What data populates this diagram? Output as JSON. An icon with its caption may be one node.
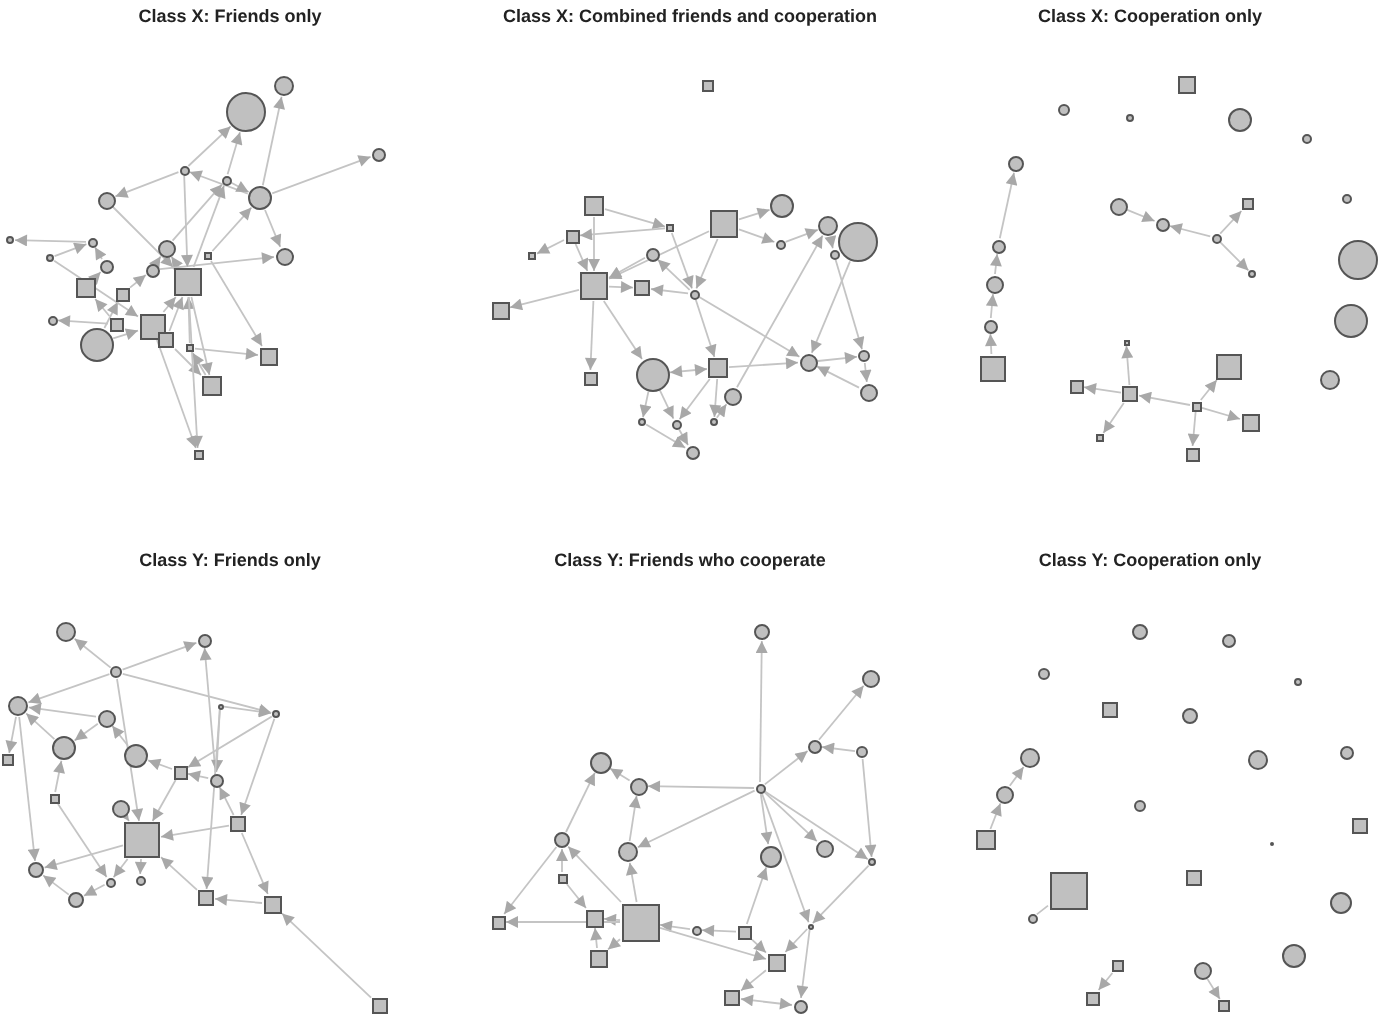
{
  "diagram": {
    "nodes": [
      {
        "text": [],
        "shape": "circle"
      },
      {
        "text": [],
        "shape": "circle"
      },
      {
        "text": [],
        "shape": "circle"
      },
      {
        "text": [],
        "shape": "circle"
      },
      {
        "text": [],
        "shape": "circle"
      },
      {
        "text": [],
        "shape": "circle"
      },
      {
        "text": [],
        "shape": "circle"
      },
      {
        "text": [],
        "shape": "circle"
      },
      {
        "text": [],
        "shape": "circle"
      },
      {
        "text": [],
        "shape": "circle"
      },
      {
        "text": [],
        "shape": "circle"
      },
      {
        "text": [],
        "shape": "box"
      },
      {
        "text": [],
        "shape": "circle"
      },
      {
        "text": [],
        "shape": "circle"
      },
      {
        "text": [],
        "shape": "circle"
      },
      {
        "text": [],
        "shape": "box"
      },
      {
        "text": [],
        "shape": "box"
      },
      {
        "text": [],
        "shape": "box"
      },
      {
        "text": [],
        "shape": "circle"
      },
      {
        "text": [],
        "shape": "box"
      },
      {
        "text": [],
        "shape": "box"
      },
      {
        "text": [],
        "shape": "circle"
      },
      {
        "text": [],
        "shape": "box"
      },
      {
        "text": [],
        "shape": "box"
      },
      {
        "text": [],
        "shape": "box"
      },
      {
        "text": [],
        "shape": "box"
      },
      {
        "text": [],
        "shape": "box"
      },
      {
        "text": [],
        "shape": "box"
      },
      {
        "text": [],
        "shape": "box"
      },
      {
        "text": [],
        "shape": "box"
      },
      {
        "text": [],
        "shape": "box"
      },
      {
        "text": [],
        "shape": "circle"
      },
      {
        "text": [],
        "shape": "circle"
      },
      {
        "text": [],
        "shape": "circle"
      },
      {
        "text": [],
        "shape": "box"
      },
      {
        "text": [],
        "shape": "box"
      },
      {
        "text": [],
        "shape": "circle"
      },
      {
        "text": [],
        "shape": "circle"
      },
      {
        "text": [],
        "shape": "circle"
      },
      {
        "text": [],
        "shape": "box"
      },
      {
        "text": [],
        "shape": "box"
      },
      {
        "text": [],
        "shape": "circle"
      },
      {
        "text": [],
        "shape": "box"
      },
      {
        "text": [],
        "shape": "circle"
      },
      {
        "text": [],
        "shape": "circle"
      },
      {
        "text": [],
        "shape": "box"
      },
      {
        "text": [],
        "shape": "circle"
      },
      {
        "text": [],
        "shape": "box"
      },
      {
        "text": [],
        "shape": "circle"
      },
      {
        "text": [],
        "shape": "circle"
      },
      {
        "text": [],
        "shape": "circle"
      },
      {
        "text": [],
        "shape": "circle"
      },
      {
        "text": [],
        "shape": "circle"
      },
      {
        "text": [],
        "shape": "circle"
      },
      {
        "text": [],
        "shape": "box"
      },
      {
        "text": [],
        "shape": "circle"
      },
      {
        "text": [],
        "shape": "circle"
      },
      {
        "text": [],
        "shape": "circle"
      },
      {
        "text": [],
        "shape": "circle"
      },
      {
        "text": [],
        "shape": "circle"
      },
      {
        "text": [],
        "shape": "circle"
      },
      {
        "text": [],
        "shape": "box"
      },
      {
        "text": [],
        "shape": "circle"
      },
      {
        "text": [],
        "shape": "circle"
      },
      {
        "text": [],
        "shape": "circle"
      },
      {
        "text": [],
        "shape": "circle"
      },
      {
        "text": [],
        "shape": "circle"
      },
      {
        "text": [],
        "shape": "circle"
      },
      {
        "text": [],
        "shape": "circle"
      },
      {
        "text": [],
        "shape": "circle"
      },
      {
        "text": [],
        "shape": "circle"
      },
      {
        "text": [],
        "shape": "box"
      },
      {
        "text": [],
        "shape": "box"
      },
      {
        "text": [],
        "shape": "box"
      },
      {
        "text": [],
        "shape": "circle"
      },
      {
        "text": [],
        "shape": "box"
      },
      {
        "text": [],
        "shape": "box"
      },
      {
        "text": [],
        "shape": "box"
      },
      {
        "text": [],
        "shape": "box"
      },
      {
        "text": [],
        "shape": "box"
      },
      {
        "text": [],
        "shape": "box"
      },
      {
        "text": [],
        "shape": "circle"
      },
      {
        "text": [],
        "shape": "circle"
      },
      {
        "text": [],
        "shape": "circle"
      },
      {
        "text": [],
        "shape": "circle"
      },
      {
        "text": [],
        "shape": "circle"
      },
      {
        "text": [],
        "shape": "circle"
      },
      {
        "text": [],
        "shape": "circle"
      },
      {
        "text": [],
        "shape": "box"
      },
      {
        "text": [],
        "shape": "circle"
      },
      {
        "text": [],
        "shape": "circle"
      },
      {
        "text": [],
        "shape": "box"
      },
      {
        "text": [],
        "shape": "circle"
      },
      {
        "text": [],
        "shape": "box"
      },
      {
        "text": [],
        "shape": "circle"
      },
      {
        "text": [],
        "shape": "box"
      },
      {
        "text": [],
        "shape": "box"
      },
      {
        "text": [],
        "shape": "circle"
      },
      {
        "text": [],
        "shape": "circle"
      },
      {
        "text": [],
        "shape": "circle"
      },
      {
        "text": [],
        "shape": "circle"
      },
      {
        "text": [],
        "shape": "box"
      },
      {
        "text": [],
        "shape": "box"
      },
      {
        "text": [],
        "shape": "box"
      },
      {
        "text": [],
        "shape": "circle"
      },
      {
        "text": [],
        "shape": "circle"
      },
      {
        "text": [],
        "shape": "circle"
      },
      {
        "text": [],
        "shape": "circle"
      },
      {
        "text": [],
        "shape": "circle"
      },
      {
        "text": [],
        "shape": "circle"
      },
      {
        "text": [],
        "shape": "circle"
      },
      {
        "text": [],
        "shape": "circle"
      },
      {
        "text": [],
        "shape": "circle"
      },
      {
        "text": [],
        "shape": "circle"
      },
      {
        "text": [],
        "shape": "circle"
      },
      {
        "text": [],
        "shape": "circle"
      },
      {
        "text": [],
        "shape": "box"
      },
      {
        "text": [],
        "shape": "box"
      },
      {
        "text": [],
        "shape": "box"
      },
      {
        "text": [],
        "shape": "box"
      },
      {
        "text": [],
        "shape": "circle"
      },
      {
        "text": [],
        "shape": "box"
      },
      {
        "text": [],
        "shape": "circle"
      },
      {
        "text": [],
        "shape": "box"
      },
      {
        "text": [],
        "shape": "box"
      },
      {
        "text": [],
        "shape": "box"
      },
      {
        "text": [],
        "shape": "circle"
      },
      {
        "text": [],
        "shape": "circle"
      },
      {
        "text": [],
        "shape": "circle"
      },
      {
        "text": [],
        "shape": "circle"
      },
      {
        "text": [],
        "shape": "circle"
      },
      {
        "text": [],
        "shape": "box"
      },
      {
        "text": [],
        "shape": "circle"
      },
      {
        "text": [],
        "shape": "circle"
      },
      {
        "text": [],
        "shape": "circle"
      },
      {
        "text": [],
        "shape": "circle"
      },
      {
        "text": [],
        "shape": "circle"
      },
      {
        "text": [],
        "shape": "circle"
      },
      {
        "text": [],
        "shape": "box"
      },
      {
        "text": [],
        "shape": "circle"
      },
      {
        "text": [],
        "shape": "box"
      },
      {
        "text": [],
        "shape": "box"
      },
      {
        "text": [],
        "shape": "box"
      },
      {
        "text": [],
        "shape": "circle"
      },
      {
        "text": [],
        "shape": "circle"
      },
      {
        "text": [],
        "shape": "circle"
      },
      {
        "text": [],
        "shape": "box"
      },
      {
        "text": [],
        "shape": "box"
      },
      {
        "text": [],
        "shape": "circle"
      },
      {
        "text": [],
        "shape": "box"
      }
    ],
    "edges": [
      {
        "from": 5,
        "to": 2,
        "arrow": "to"
      },
      {
        "from": 5,
        "to": 1,
        "arrow": "to"
      },
      {
        "from": 4,
        "to": 0,
        "arrow": "to"
      },
      {
        "from": 3,
        "to": 0,
        "arrow": "to"
      },
      {
        "from": 5,
        "to": 3,
        "arrow": "to"
      },
      {
        "from": 3,
        "to": 6,
        "arrow": "to"
      },
      {
        "from": 5,
        "to": 12,
        "arrow": "to"
      },
      {
        "from": 9,
        "to": 7,
        "arrow": "to"
      },
      {
        "from": 8,
        "to": 9,
        "arrow": "to"
      },
      {
        "from": 10,
        "to": 4,
        "arrow": "to"
      },
      {
        "from": 11,
        "to": 5,
        "arrow": "to"
      },
      {
        "from": 17,
        "to": 4,
        "arrow": "to"
      },
      {
        "from": 17,
        "to": 10,
        "arrow": "to"
      },
      {
        "from": 14,
        "to": 10,
        "arrow": "to"
      },
      {
        "from": 13,
        "to": 9,
        "arrow": "to"
      },
      {
        "from": 15,
        "to": 13,
        "arrow": "to"
      },
      {
        "from": 16,
        "to": 14,
        "arrow": "to"
      },
      {
        "from": 19,
        "to": 15,
        "arrow": "to"
      },
      {
        "from": 19,
        "to": 18,
        "arrow": "to"
      },
      {
        "from": 20,
        "to": 17,
        "arrow": "to"
      },
      {
        "from": 22,
        "to": 17,
        "arrow": "to"
      },
      {
        "from": 23,
        "to": 17,
        "arrow": "to"
      },
      {
        "from": 21,
        "to": 16,
        "arrow": "to"
      },
      {
        "from": 21,
        "to": 20,
        "arrow": "to"
      },
      {
        "from": 25,
        "to": 23,
        "arrow": "to"
      },
      {
        "from": 23,
        "to": 24,
        "arrow": "to"
      },
      {
        "from": 22,
        "to": 25,
        "arrow": "to"
      },
      {
        "from": 17,
        "to": 25,
        "arrow": "to"
      },
      {
        "from": 11,
        "to": 24,
        "arrow": "to"
      },
      {
        "from": 6,
        "to": 17,
        "arrow": "to"
      },
      {
        "from": 20,
        "to": 26,
        "arrow": "to"
      },
      {
        "from": 17,
        "to": 26,
        "arrow": "to"
      },
      {
        "from": 14,
        "to": 12,
        "arrow": "to"
      },
      {
        "from": 8,
        "to": 20,
        "arrow": "to"
      },
      {
        "from": 4,
        "to": 5,
        "arrow": "to"
      },
      {
        "from": 3,
        "to": 17,
        "arrow": "to"
      },
      {
        "from": 28,
        "to": 29,
        "arrow": "to"
      },
      {
        "from": 29,
        "to": 34,
        "arrow": "to"
      },
      {
        "from": 30,
        "to": 39,
        "arrow": "to"
      },
      {
        "from": 30,
        "to": 31,
        "arrow": "to"
      },
      {
        "from": 30,
        "to": 37,
        "arrow": "to"
      },
      {
        "from": 37,
        "to": 32,
        "arrow": "to"
      },
      {
        "from": 32,
        "to": 38,
        "arrow": "to"
      },
      {
        "from": 38,
        "to": 44,
        "arrow": "to"
      },
      {
        "from": 30,
        "to": 41,
        "arrow": "to"
      },
      {
        "from": 29,
        "to": 41,
        "arrow": "to"
      },
      {
        "from": 41,
        "to": 36,
        "arrow": "to"
      },
      {
        "from": 41,
        "to": 40,
        "arrow": "to"
      },
      {
        "from": 39,
        "to": 40,
        "arrow": "to"
      },
      {
        "from": 34,
        "to": 35,
        "arrow": "to"
      },
      {
        "from": 34,
        "to": 39,
        "arrow": "to"
      },
      {
        "from": 28,
        "to": 39,
        "arrow": "to"
      },
      {
        "from": 39,
        "to": 42,
        "arrow": "to"
      },
      {
        "from": 39,
        "to": 45,
        "arrow": "to"
      },
      {
        "from": 39,
        "to": 46,
        "arrow": "to"
      },
      {
        "from": 41,
        "to": 47,
        "arrow": "to"
      },
      {
        "from": 41,
        "to": 43,
        "arrow": "to"
      },
      {
        "from": 47,
        "to": 46,
        "arrow": "both"
      },
      {
        "from": 47,
        "to": 43,
        "arrow": "to"
      },
      {
        "from": 43,
        "to": 44,
        "arrow": "to"
      },
      {
        "from": 44,
        "to": 48,
        "arrow": "to"
      },
      {
        "from": 48,
        "to": 43,
        "arrow": "to"
      },
      {
        "from": 33,
        "to": 43,
        "arrow": "to"
      },
      {
        "from": 49,
        "to": 32,
        "arrow": "to"
      },
      {
        "from": 46,
        "to": 50,
        "arrow": "to"
      },
      {
        "from": 50,
        "to": 53,
        "arrow": "to"
      },
      {
        "from": 51,
        "to": 53,
        "arrow": "to"
      },
      {
        "from": 47,
        "to": 51,
        "arrow": "to"
      },
      {
        "from": 47,
        "to": 52,
        "arrow": "to"
      },
      {
        "from": 52,
        "to": 49,
        "arrow": "to"
      },
      {
        "from": 46,
        "to": 51,
        "arrow": "to"
      },
      {
        "from": 36,
        "to": 39,
        "arrow": "to"
      },
      {
        "from": 72,
        "to": 70,
        "arrow": "to"
      },
      {
        "from": 70,
        "to": 68,
        "arrow": "to"
      },
      {
        "from": 68,
        "to": 65,
        "arrow": "to"
      },
      {
        "from": 65,
        "to": 59,
        "arrow": "to"
      },
      {
        "from": 60,
        "to": 63,
        "arrow": "to"
      },
      {
        "from": 64,
        "to": 63,
        "arrow": "to"
      },
      {
        "from": 64,
        "to": 61,
        "arrow": "to"
      },
      {
        "from": 64,
        "to": 66,
        "arrow": "to"
      },
      {
        "from": 76,
        "to": 71,
        "arrow": "to"
      },
      {
        "from": 76,
        "to": 75,
        "arrow": "to"
      },
      {
        "from": 76,
        "to": 79,
        "arrow": "to"
      },
      {
        "from": 77,
        "to": 76,
        "arrow": "to"
      },
      {
        "from": 77,
        "to": 73,
        "arrow": "to"
      },
      {
        "from": 77,
        "to": 78,
        "arrow": "to"
      },
      {
        "from": 77,
        "to": 80,
        "arrow": "to"
      },
      {
        "from": 83,
        "to": 81,
        "arrow": "to"
      },
      {
        "from": 83,
        "to": 84,
        "arrow": "to"
      },
      {
        "from": 83,
        "to": 82,
        "arrow": "to"
      },
      {
        "from": 83,
        "to": 86,
        "arrow": "to"
      },
      {
        "from": 85,
        "to": 86,
        "arrow": "to"
      },
      {
        "from": 87,
        "to": 84,
        "arrow": "to"
      },
      {
        "from": 84,
        "to": 88,
        "arrow": "to"
      },
      {
        "from": 89,
        "to": 84,
        "arrow": "to"
      },
      {
        "from": 93,
        "to": 89,
        "arrow": "to"
      },
      {
        "from": 84,
        "to": 97,
        "arrow": "to"
      },
      {
        "from": 87,
        "to": 89,
        "arrow": "to"
      },
      {
        "from": 90,
        "to": 87,
        "arrow": "to"
      },
      {
        "from": 91,
        "to": 90,
        "arrow": "to"
      },
      {
        "from": 92,
        "to": 91,
        "arrow": "to"
      },
      {
        "from": 96,
        "to": 92,
        "arrow": "to"
      },
      {
        "from": 96,
        "to": 95,
        "arrow": "to"
      },
      {
        "from": 94,
        "to": 95,
        "arrow": "to"
      },
      {
        "from": 91,
        "to": 95,
        "arrow": "to"
      },
      {
        "from": 95,
        "to": 97,
        "arrow": "to"
      },
      {
        "from": 95,
        "to": 98,
        "arrow": "to"
      },
      {
        "from": 95,
        "to": 99,
        "arrow": "to"
      },
      {
        "from": 101,
        "to": 95,
        "arrow": "to"
      },
      {
        "from": 102,
        "to": 101,
        "arrow": "to"
      },
      {
        "from": 103,
        "to": 102,
        "arrow": "to"
      },
      {
        "from": 96,
        "to": 102,
        "arrow": "to"
      },
      {
        "from": 92,
        "to": 82,
        "arrow": "to"
      },
      {
        "from": 85,
        "to": 92,
        "arrow": "to"
      },
      {
        "from": 85,
        "to": 101,
        "arrow": "to"
      },
      {
        "from": 86,
        "to": 91,
        "arrow": "to"
      },
      {
        "from": 100,
        "to": 97,
        "arrow": "to"
      },
      {
        "from": 98,
        "to": 100,
        "arrow": "to"
      },
      {
        "from": 93,
        "to": 98,
        "arrow": "to"
      },
      {
        "from": 86,
        "to": 96,
        "arrow": "to"
      },
      {
        "from": 83,
        "to": 95,
        "arrow": "to"
      },
      {
        "from": 110,
        "to": 104,
        "arrow": "to"
      },
      {
        "from": 106,
        "to": 105,
        "arrow": "to"
      },
      {
        "from": 107,
        "to": 106,
        "arrow": "to"
      },
      {
        "from": 110,
        "to": 106,
        "arrow": "to"
      },
      {
        "from": 107,
        "to": 115,
        "arrow": "to"
      },
      {
        "from": 110,
        "to": 109,
        "arrow": "to"
      },
      {
        "from": 109,
        "to": 108,
        "arrow": "to"
      },
      {
        "from": 111,
        "to": 108,
        "arrow": "to"
      },
      {
        "from": 112,
        "to": 109,
        "arrow": "to"
      },
      {
        "from": 110,
        "to": 112,
        "arrow": "to"
      },
      {
        "from": 110,
        "to": 113,
        "arrow": "to"
      },
      {
        "from": 110,
        "to": 114,
        "arrow": "to"
      },
      {
        "from": 110,
        "to": 115,
        "arrow": "to"
      },
      {
        "from": 110,
        "to": 122,
        "arrow": "to"
      },
      {
        "from": 111,
        "to": 117,
        "arrow": "to"
      },
      {
        "from": 116,
        "to": 111,
        "arrow": "to"
      },
      {
        "from": 119,
        "to": 112,
        "arrow": "to"
      },
      {
        "from": 119,
        "to": 111,
        "arrow": "to"
      },
      {
        "from": 116,
        "to": 118,
        "arrow": "to"
      },
      {
        "from": 119,
        "to": 118,
        "arrow": "to"
      },
      {
        "from": 119,
        "to": 117,
        "arrow": "to"
      },
      {
        "from": 119,
        "to": 123,
        "arrow": "to"
      },
      {
        "from": 120,
        "to": 119,
        "arrow": "to"
      },
      {
        "from": 121,
        "to": 120,
        "arrow": "to"
      },
      {
        "from": 121,
        "to": 113,
        "arrow": "to"
      },
      {
        "from": 121,
        "to": 124,
        "arrow": "to"
      },
      {
        "from": 122,
        "to": 124,
        "arrow": "to"
      },
      {
        "from": 115,
        "to": 122,
        "arrow": "to"
      },
      {
        "from": 124,
        "to": 125,
        "arrow": "to"
      },
      {
        "from": 125,
        "to": 126,
        "arrow": "both"
      },
      {
        "from": 122,
        "to": 126,
        "arrow": "to"
      },
      {
        "from": 119,
        "to": 124,
        "arrow": "to"
      },
      {
        "from": 123,
        "to": 118,
        "arrow": "to"
      },
      {
        "from": 138,
        "to": 136,
        "arrow": "to"
      },
      {
        "from": 136,
        "to": 133,
        "arrow": "to"
      },
      {
        "from": 141,
        "to": 143,
        "arrow": "none"
      },
      {
        "from": 146,
        "to": 147,
        "arrow": "to"
      },
      {
        "from": 148,
        "to": 149,
        "arrow": "to"
      }
    ],
    "labels": [
      "Class X: Friends only",
      "Class X: Combined friends and cooperation",
      "Class X: Cooperation only",
      "Class Y: Friends only",
      "Class Y: Friends who cooperate",
      "Class Y: Cooperation only"
    ]
  }
}
